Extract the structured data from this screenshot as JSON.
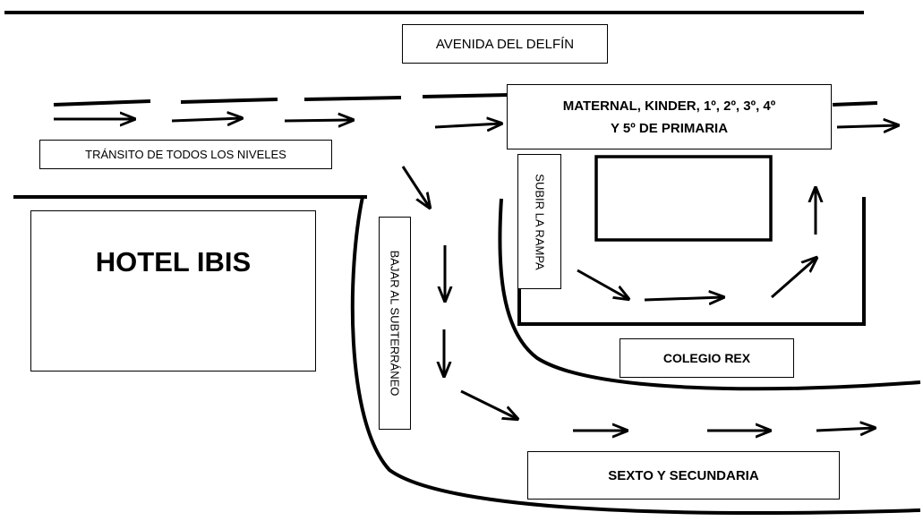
{
  "labels": {
    "avenue": "AVENIDA DEL DELFÍN",
    "traffic_all_levels": "TRÁNSITO  DE TODOS LOS NIVELES",
    "hotel": "HOTEL IBIS",
    "ramp_down": "BAJAR AL SUBTERRÁNEO",
    "ramp_up": "SUBIR   LA RAMPA",
    "primary_line1": "MATERNAL, KINDER, 1º, 2º, 3º, 4º",
    "primary_line2": "Y 5º DE PRIMARIA",
    "school": "COLEGIO REX",
    "secondary": "SEXTO Y SECUNDARIA"
  },
  "icons": {
    "flow_arrow": "right-arrow-icon",
    "down_arrow": "down-arrow-icon",
    "up_arrow": "up-arrow-icon"
  },
  "colors": {
    "line": "#000000",
    "background": "#ffffff"
  }
}
